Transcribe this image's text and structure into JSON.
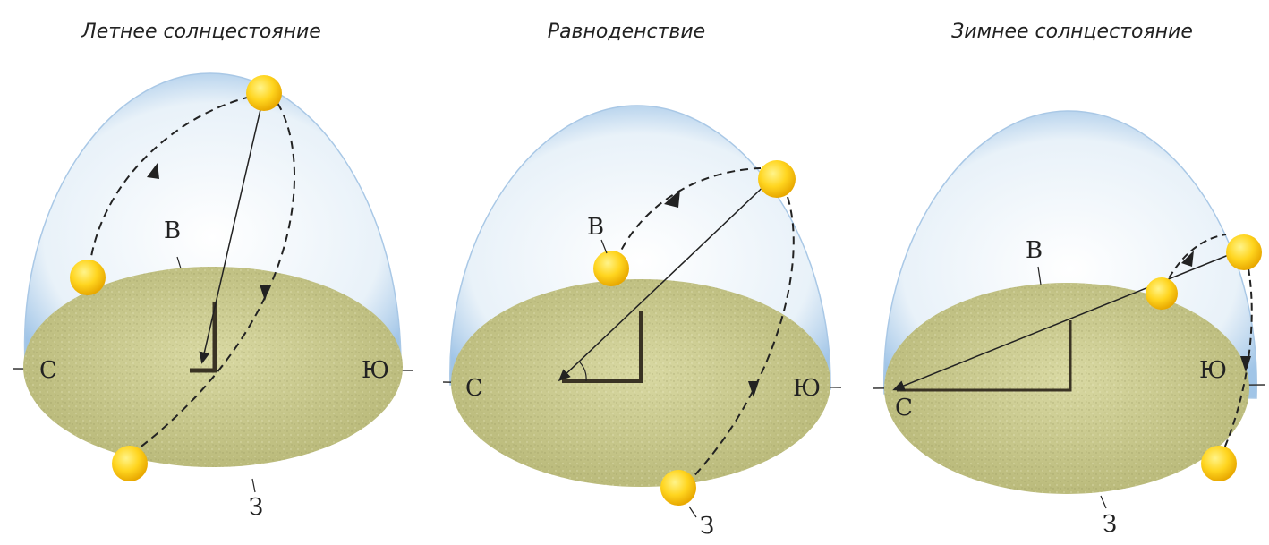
{
  "panels": [
    {
      "title": "Летнее солнцестояние",
      "labels": {
        "north": "С",
        "south": "Ю",
        "east": "В",
        "west": "З"
      }
    },
    {
      "title": "Равноденствие",
      "labels": {
        "north": "С",
        "south": "Ю",
        "east": "В",
        "west": "З"
      }
    },
    {
      "title": "Зимнее солнцестояние",
      "labels": {
        "north": "С",
        "south": "Ю",
        "east": "В",
        "west": "З"
      }
    }
  ],
  "colors": {
    "dome": "#b9d6ef",
    "ground": "#c9c98c",
    "sun": "#ffd21f",
    "line": "#222222"
  }
}
